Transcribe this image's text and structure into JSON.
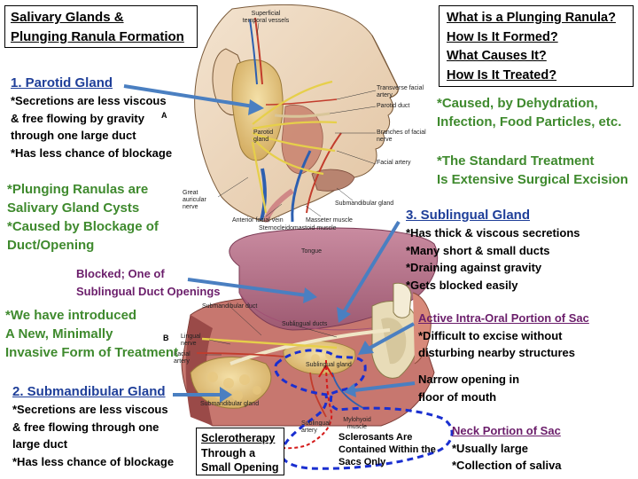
{
  "title": [
    "Salivary Glands &",
    "Plunging Ranula Formation"
  ],
  "questions": [
    "What is a Plunging Ranula?",
    "How Is It Formed?",
    "What Causes It?",
    "How Is It Treated?"
  ],
  "parotid": {
    "heading": "1. Parotid Gland",
    "lines": [
      "*Secretions are less viscous",
      "& free flowing by gravity",
      "through one large duct",
      "*Has less chance of blockage"
    ]
  },
  "causes": [
    "*Caused, by Dehydration,",
    "Infection, Food Particles, etc."
  ],
  "standard_treatment": [
    "*The Standard Treatment",
    "Is Extensive Surgical Excision"
  ],
  "cysts": [
    "*Plunging Ranulas are",
    "Salivary Gland Cysts",
    "*Caused by Blockage of",
    "Duct/Opening"
  ],
  "sublingual": {
    "heading": "3. Sublingual Gland",
    "lines": [
      "*Has thick & viscous secretions",
      "*Many short & small ducts",
      "*Draining against gravity",
      "*Gets blocked easily"
    ]
  },
  "blocked": [
    "Blocked; One of",
    "Sublingual Duct Openings"
  ],
  "new_treatment": [
    "*We have introduced",
    "A New, Minimally",
    "Invasive Form of Treatment"
  ],
  "active_sac": {
    "heading": "Active Intra-Oral Portion of Sac",
    "lines": [
      "*Difficult to excise without",
      "disturbing nearby structures"
    ]
  },
  "narrow_opening": [
    "Narrow opening in",
    "floor of mouth"
  ],
  "submandibular": {
    "heading": "2. Submandibular Gland",
    "lines": [
      "*Secretions are less viscous",
      "& free flowing through one",
      "large duct",
      "*Has less chance of blockage"
    ]
  },
  "neck_sac": {
    "heading": "Neck Portion of Sac",
    "lines": [
      "*Usually large",
      "*Collection of saliva"
    ]
  },
  "sclerotherapy": [
    "Sclerotherapy",
    "Through a",
    "Small Opening"
  ],
  "sclerosants": [
    "Sclerosants Are",
    "Contained Within the",
    "Sacs Only"
  ],
  "face_labels": {
    "superficial": "Superficial temporal vessels",
    "transverse": "Transverse facial artery",
    "parotid_duct": "Parotid duct",
    "parotid_gland": "Parotid gland",
    "branches": "Branches of facial nerve",
    "facial_artery": "Facial artery",
    "great_auricular": "Great auricular nerve",
    "submandibular_gland": "Submandibular gland",
    "anterior_vein": "Anterior facial vein",
    "masseter": "Masseter muscle",
    "sterno": "Sternocleidomastoid muscle",
    "fig_a": "A"
  },
  "mouth_labels": {
    "tongue": "Tongue",
    "submandibular_duct": "Submandibular duct",
    "sublingual_ducts": "Sublingual ducts",
    "lingual_nerve": "Lingual nerve",
    "facial_artery": "Facial artery",
    "fig_b": "B",
    "sublingual_gland": "Sublingual gland",
    "submandibular_gland": "Submandibular gland",
    "sublingual_artery": "Sublingual artery",
    "mylohyoid": "Mylohyoid muscle"
  },
  "colors": {
    "heading_blue": "#1f3f99",
    "green": "#3f8a2e",
    "purple": "#6b1e6b",
    "arrow_blue": "#4a7fc1",
    "sac_outline": "#1a2fd0",
    "sclerosant_red": "#d41a1a"
  }
}
